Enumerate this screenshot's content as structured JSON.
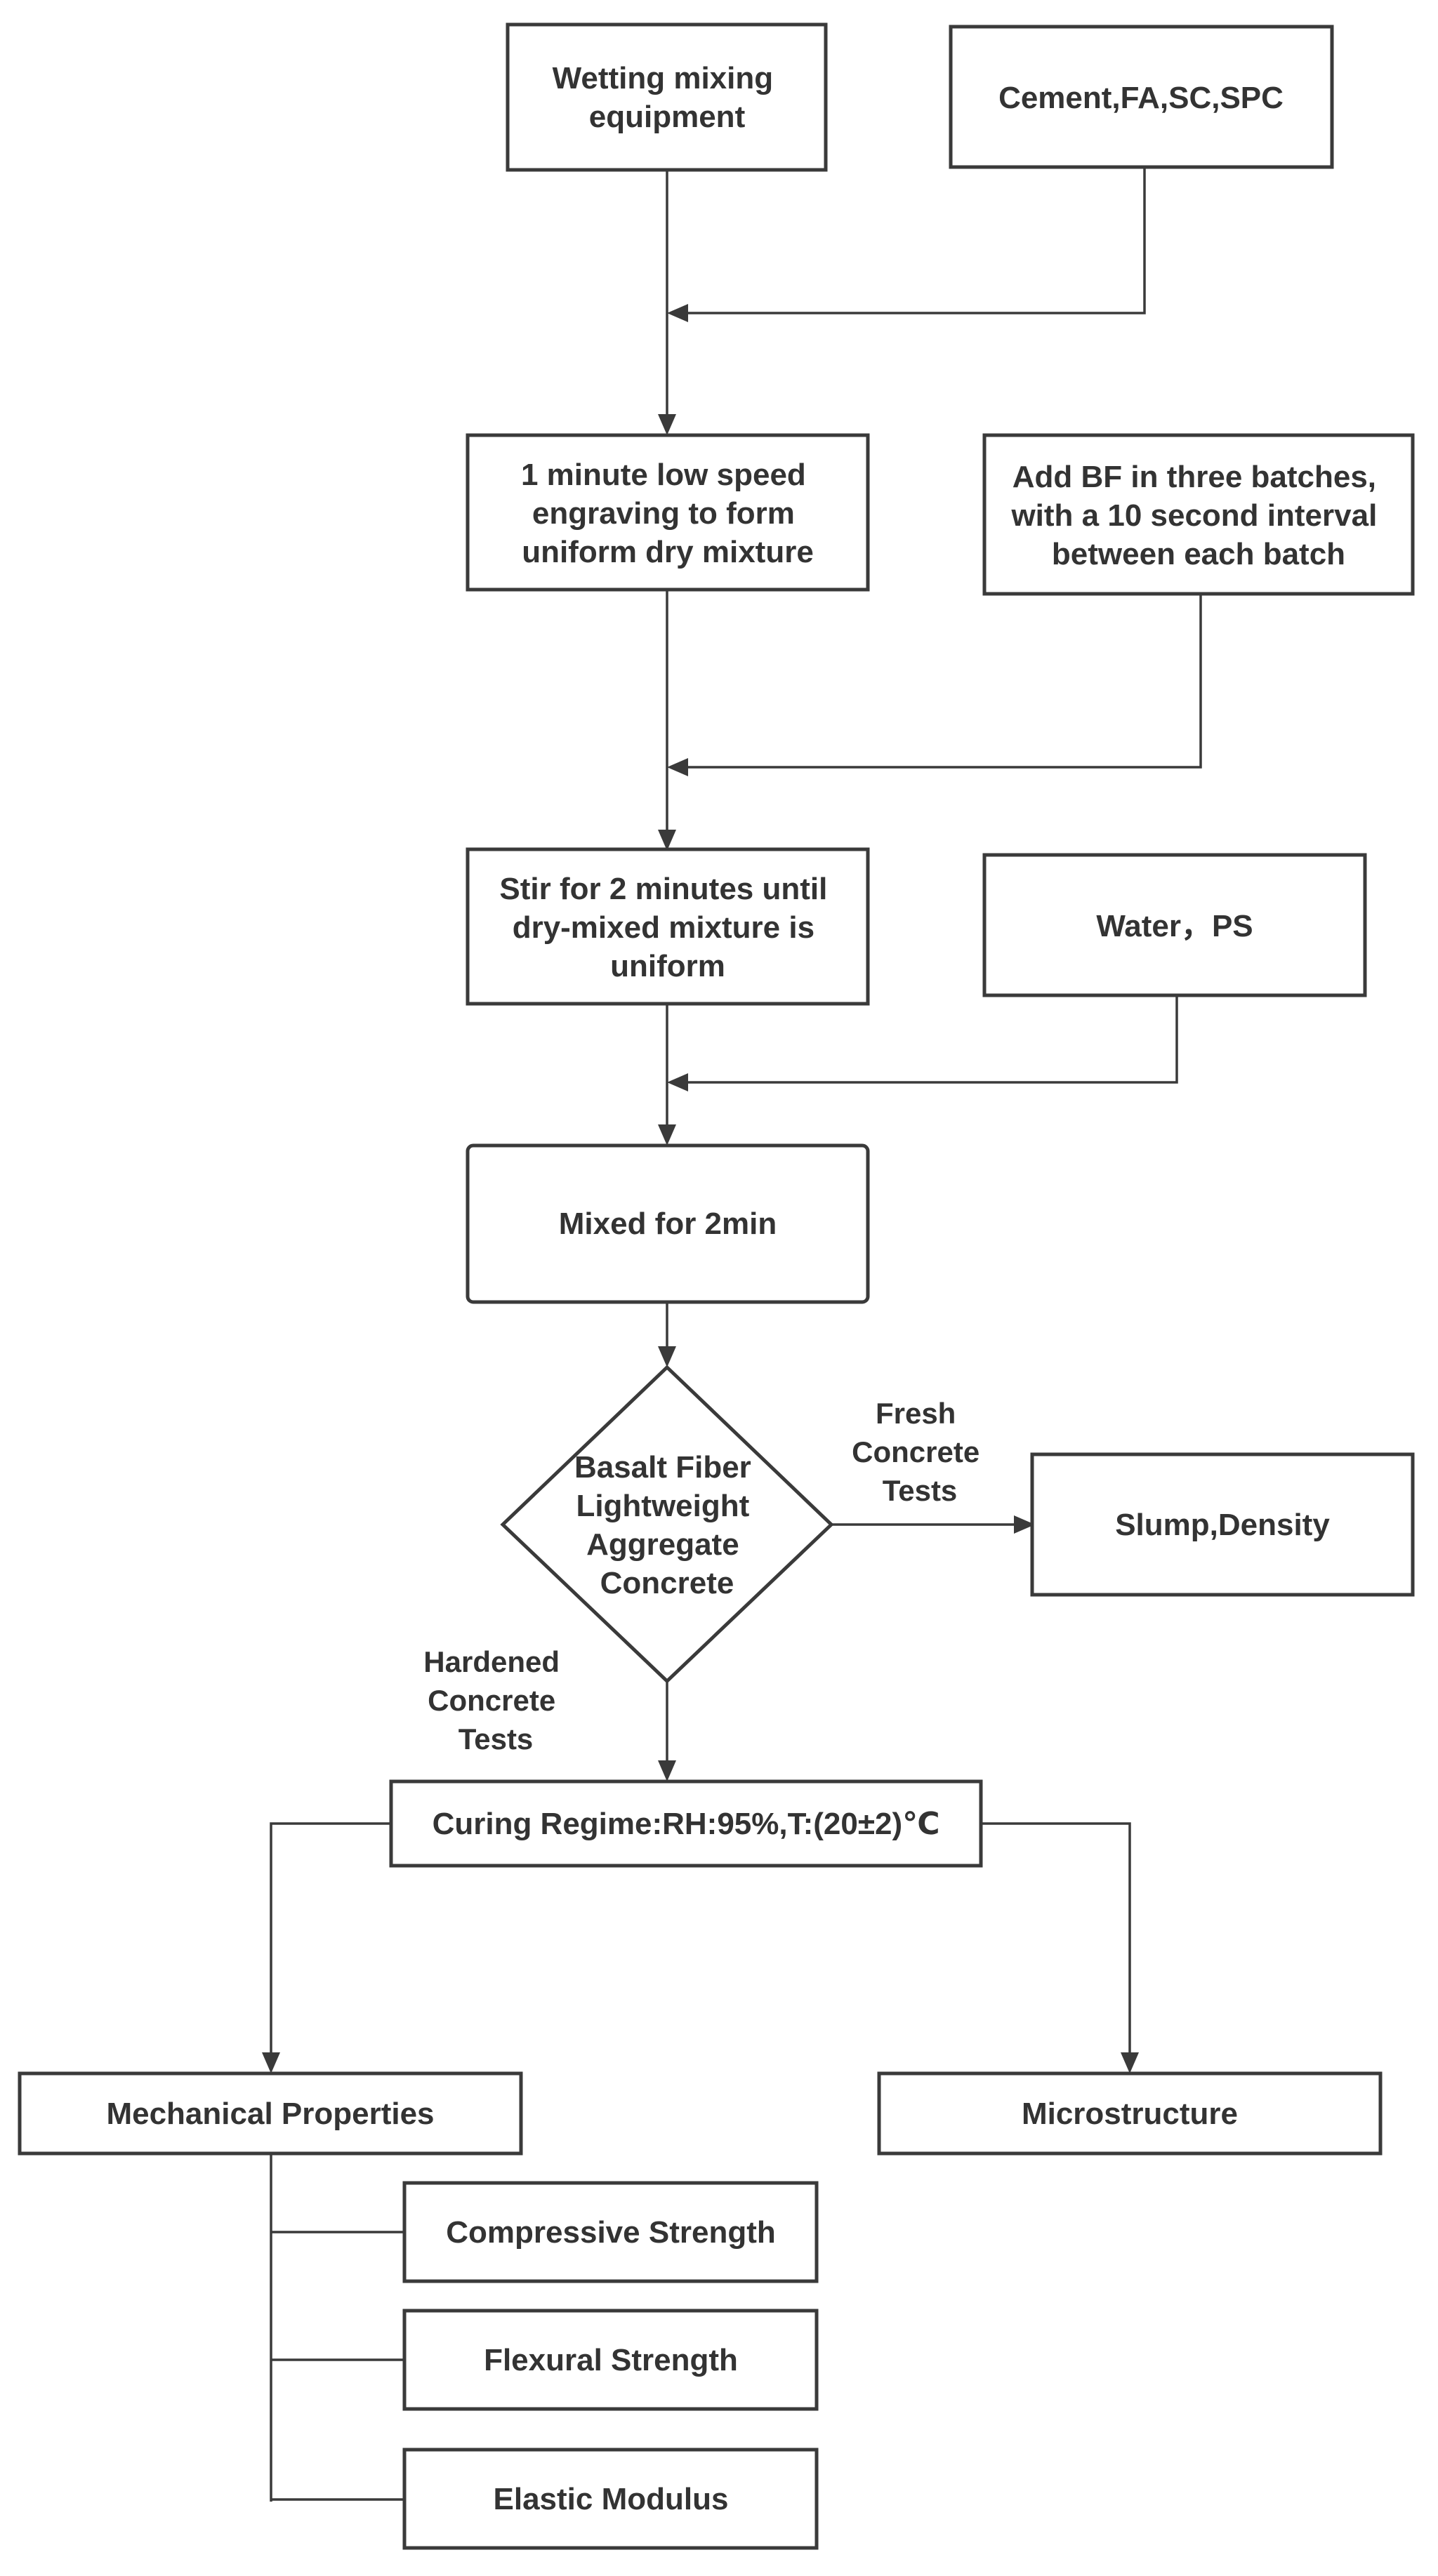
{
  "nodes": {
    "wetting": {
      "lines": [
        "Wetting mixing",
        "equipment"
      ]
    },
    "cement": {
      "lines": [
        "Cement,FA,SC,SPC"
      ]
    },
    "low_speed": {
      "lines": [
        "1 minute low speed",
        "engraving to form",
        "uniform dry mixture"
      ]
    },
    "add_bf": {
      "lines": [
        "Add BF in three batches,",
        "with a 10 second interval",
        "between each batch"
      ]
    },
    "stir": {
      "lines": [
        "Stir for 2 minutes until",
        "dry-mixed mixture is",
        "uniform"
      ]
    },
    "water": {
      "lines": [
        "Water，PS"
      ]
    },
    "mixed": {
      "lines": [
        "Mixed for 2min"
      ]
    },
    "decision": {
      "lines": [
        "Basalt Fiber",
        "Lightweight",
        "Aggregate",
        "Concrete"
      ]
    },
    "slump": {
      "lines": [
        "Slump,Density"
      ]
    },
    "curing": {
      "lines": [
        "Curing Regime:RH:95%,T:(20±2)℃"
      ]
    },
    "mechanical": {
      "lines": [
        "Mechanical Properties"
      ]
    },
    "micro": {
      "lines": [
        "Microstructure"
      ]
    },
    "compressive": {
      "lines": [
        "Compressive Strength"
      ]
    },
    "flexural": {
      "lines": [
        "Flexural Strength"
      ]
    },
    "elastic": {
      "lines": [
        "Elastic Modulus"
      ]
    }
  },
  "edge_labels": {
    "fresh": {
      "lines": [
        "Fresh",
        "Concrete",
        "Tests"
      ]
    },
    "hardened": {
      "lines": [
        "Hardened",
        "Concrete",
        "Tests"
      ]
    }
  }
}
